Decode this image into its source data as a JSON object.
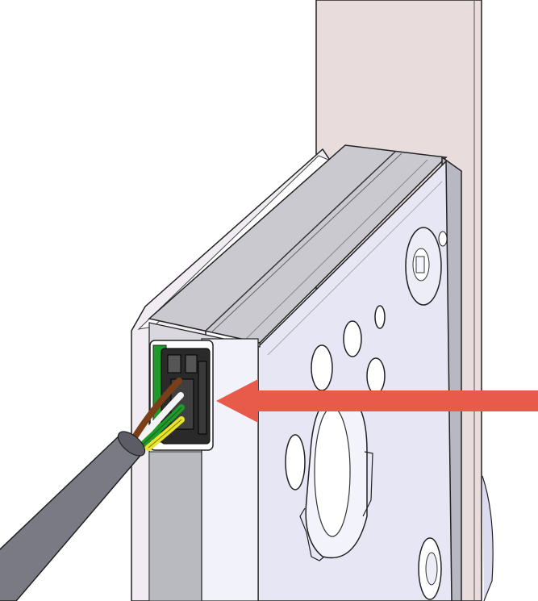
{
  "diagram": {
    "subject": "lock-case-with-cable-connector",
    "colors": {
      "faceplate": "#e8dcdc",
      "housing_top": "#c9c9cf",
      "housing_face": "#e6e6f5",
      "housing_side": "#b8b8c2",
      "cable": "#7a7a84",
      "arrow": "#e85a4a",
      "wire_brown": "#7a3e18",
      "wire_white": "#f4f4f4",
      "wire_green": "#1f9a2a",
      "wire_yellow": "#e8e42a",
      "connector": "#2a2a2a",
      "outline": "#222222"
    },
    "arrow": {
      "direction": "left",
      "target": "connector"
    },
    "wires": [
      "brown",
      "white",
      "green",
      "yellow"
    ]
  }
}
